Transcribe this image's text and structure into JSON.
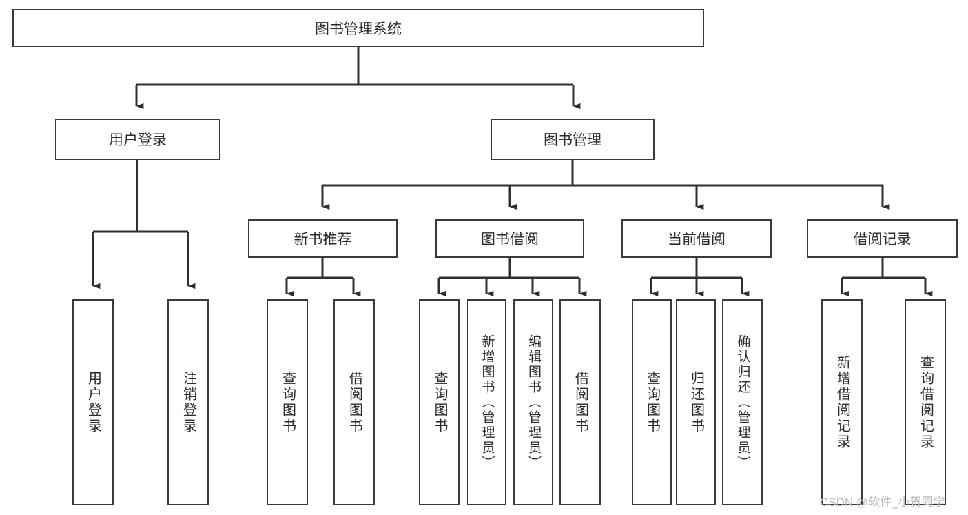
{
  "diagram": {
    "title": "图书管理系统",
    "type": "tree-hierarchy",
    "watermark": "CSDN @软件_小贺同学",
    "colors": {
      "box_border": "#3a3a3a",
      "box_fill": "#ffffff",
      "connector": "#2f2f2f",
      "text": "#2b2b2b",
      "watermark": "#b9b9b9",
      "background": "#ffffff"
    },
    "nodes": {
      "root": {
        "label": "图书管理系统"
      },
      "level2": [
        {
          "id": "user-login",
          "label": "用户登录"
        },
        {
          "id": "book-management",
          "label": "图书管理"
        }
      ],
      "level3": [
        {
          "id": "new-book-recommend",
          "label": "新书推荐"
        },
        {
          "id": "book-borrow",
          "label": "图书借阅"
        },
        {
          "id": "current-borrow",
          "label": "当前借阅"
        },
        {
          "id": "borrow-record",
          "label": "借阅记录"
        }
      ],
      "leaves": {
        "user_login": [
          {
            "id": "leaf-user-login",
            "label": "用户登录"
          },
          {
            "id": "leaf-logout-login",
            "label": "注销登录"
          }
        ],
        "new_book_recommend": [
          {
            "id": "leaf-query-book-1",
            "label": "查询图书"
          },
          {
            "id": "leaf-borrow-book-1",
            "label": "借阅图书"
          }
        ],
        "book_borrow": [
          {
            "id": "leaf-query-book-2",
            "label": "查询图书"
          },
          {
            "id": "leaf-add-book-admin",
            "label": "新增图书（管理员）"
          },
          {
            "id": "leaf-edit-book-admin",
            "label": "编辑图书（管理员）"
          },
          {
            "id": "leaf-borrow-book-2",
            "label": "借阅图书"
          }
        ],
        "current_borrow": [
          {
            "id": "leaf-query-book-3",
            "label": "查询图书"
          },
          {
            "id": "leaf-return-book",
            "label": "归还图书"
          },
          {
            "id": "leaf-confirm-return-admin",
            "label": "确认归还（管理员）"
          }
        ],
        "borrow_record": [
          {
            "id": "leaf-add-borrow-record",
            "label": "新增借阅记录"
          },
          {
            "id": "leaf-query-borrow-record",
            "label": "查询借阅记录"
          }
        ]
      }
    }
  }
}
